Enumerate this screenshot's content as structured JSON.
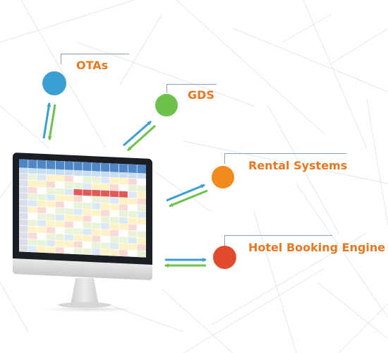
{
  "nodes": [
    {
      "id": "otas",
      "label": "OTAs",
      "color": "#3b9fd1"
    },
    {
      "id": "gds",
      "label": "GDS",
      "color": "#6cc24a"
    },
    {
      "id": "rental",
      "label": "Rental Systems",
      "color": "#f28a1e"
    },
    {
      "id": "hotel",
      "label": "Hotel Booking Engine",
      "color": "#e24a2d"
    }
  ],
  "colors": {
    "label_text": "#e87722",
    "arrow_blue": "#3b9fd1",
    "arrow_green": "#6cc24a",
    "background_lines": "#e3e7ea",
    "bracket_line": "#8fa0b0"
  },
  "monitor": {
    "screen_icon": "calendar-grid-icon"
  }
}
